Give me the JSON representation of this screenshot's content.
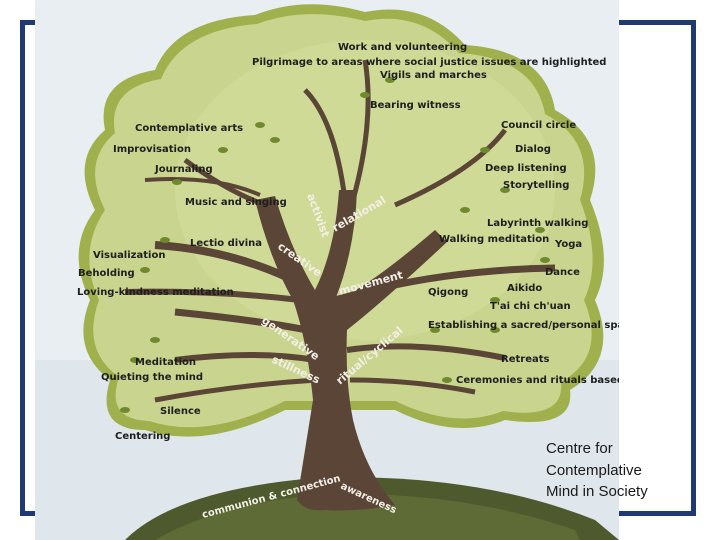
{
  "tree": {
    "practices": [
      "Work and volunteering",
      "Pilgrimage to areas where social justice issues are highlighted",
      "Vigils and marches",
      "Bearing witness",
      "Contemplative arts",
      "Improvisation",
      "Journaling",
      "Music and singing",
      "Council circle",
      "Dialog",
      "Deep listening",
      "Storytelling",
      "Labyrinth walking",
      "Walking meditation",
      "Yoga",
      "Lectio divina",
      "Visualization",
      "Beholding",
      "Loving-kindness meditation",
      "Dance",
      "Aikido",
      "Qigong",
      "T'ai chi ch'uan",
      "Establishing a sacred/personal space",
      "Retreats",
      "Meditation",
      "Quieting the mind",
      "Silence",
      "Centering",
      "Ceremonies and rituals based in spiritual or cultural traditions"
    ],
    "branches": {
      "activist": "activist",
      "relational": "relational",
      "creative": "creative",
      "movement": "movement",
      "generative": "generative",
      "ritual": "ritual/cyclical",
      "stillness": "stillness"
    },
    "roots": {
      "communion": "communion & connection",
      "awareness": "awareness"
    }
  },
  "caption": {
    "line1": "Centre for",
    "line2": "Contemplative",
    "line3": "Mind in Society"
  },
  "colors": {
    "frame": "#1f3a73",
    "canopy": "#c8d48c",
    "canopy_edge": "#9fb04d",
    "trunk": "#5a4536",
    "hill": "#4e5a2e",
    "sky": "#e8edf2"
  }
}
